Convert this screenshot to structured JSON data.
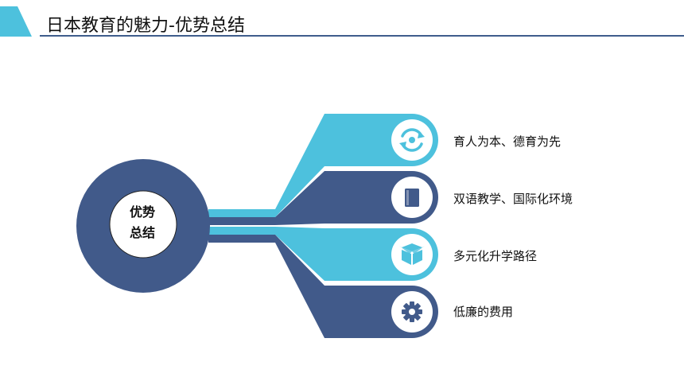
{
  "title": "日本教育的魅力-优势总结",
  "center": {
    "line1": "优势",
    "line2": "总结"
  },
  "items": [
    {
      "label": "育人为本、德育为先",
      "icon": "recycle-icon",
      "color": "#4dc1dd"
    },
    {
      "label": "双语教学、国际化环境",
      "icon": "book-icon",
      "color": "#415a8a"
    },
    {
      "label": "多元化升学路径",
      "icon": "box-icon",
      "color": "#4dc1dd"
    },
    {
      "label": "低廉的费用",
      "icon": "gear-icon",
      "color": "#415a8a"
    }
  ],
  "colors": {
    "accent": "#4dc1dd",
    "primary": "#415a8a",
    "rule": "#3f5d8c"
  }
}
